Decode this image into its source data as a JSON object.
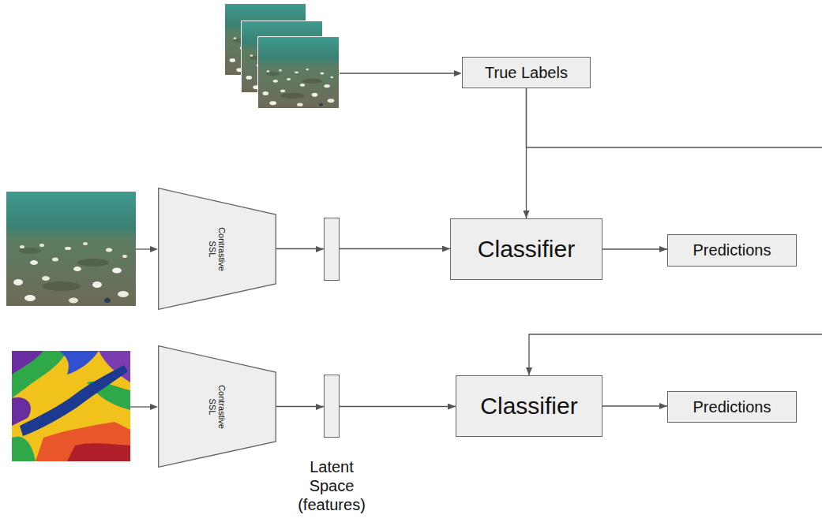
{
  "diagram": {
    "nodes": [
      {
        "text": [
          "True Labels"
        ]
      },
      {
        "text": [
          "Contrastive SSL"
        ]
      },
      {
        "text": [
          "Classifier"
        ]
      },
      {
        "text": [
          "Predictions"
        ]
      },
      {
        "text": [
          "Contrastive SSL"
        ]
      },
      {
        "text": [
          "Classifier"
        ]
      },
      {
        "text": [
          "Predictions"
        ]
      }
    ],
    "edges": [
      {
        "from": 0,
        "to": 2,
        "arrow": "to"
      },
      {
        "from": 0,
        "to": 5,
        "arrow": "to"
      },
      {
        "from": 1,
        "to": 2,
        "arrow": "to"
      },
      {
        "from": 2,
        "to": 3,
        "arrow": "to"
      },
      {
        "from": 4,
        "to": 5,
        "arrow": "to"
      },
      {
        "from": 5,
        "to": 6,
        "arrow": "to"
      }
    ],
    "labels": [
      "Latent Space (features)"
    ]
  }
}
